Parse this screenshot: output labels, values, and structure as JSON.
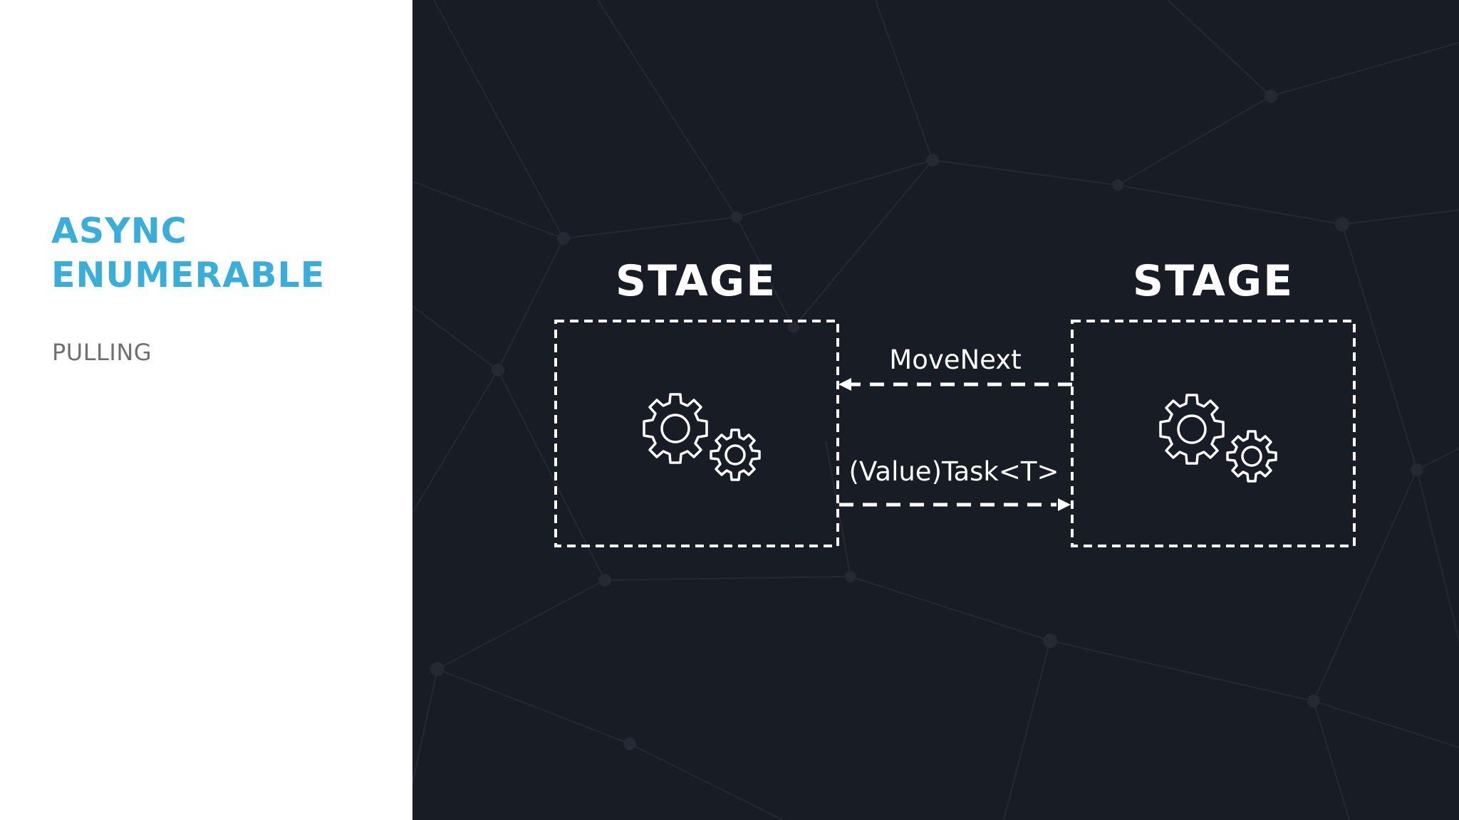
{
  "slide": {
    "title_lines": [
      "ASYNC",
      "ENUMERABLE"
    ],
    "subtitle": "PULLING"
  },
  "diagram": {
    "left_stage": {
      "label": "STAGE",
      "icon": "gears-icon"
    },
    "right_stage": {
      "label": "STAGE",
      "icon": "gears-icon"
    },
    "arrows": [
      {
        "label": "MoveNext",
        "direction": "right-to-left"
      },
      {
        "label": "(Value)Task<T>",
        "direction": "left-to-right"
      }
    ]
  },
  "colors": {
    "accent": "#3aaed8",
    "subtitle": "#6f6f6f",
    "background_dark": "#181c24",
    "foreground": "#ffffff"
  }
}
